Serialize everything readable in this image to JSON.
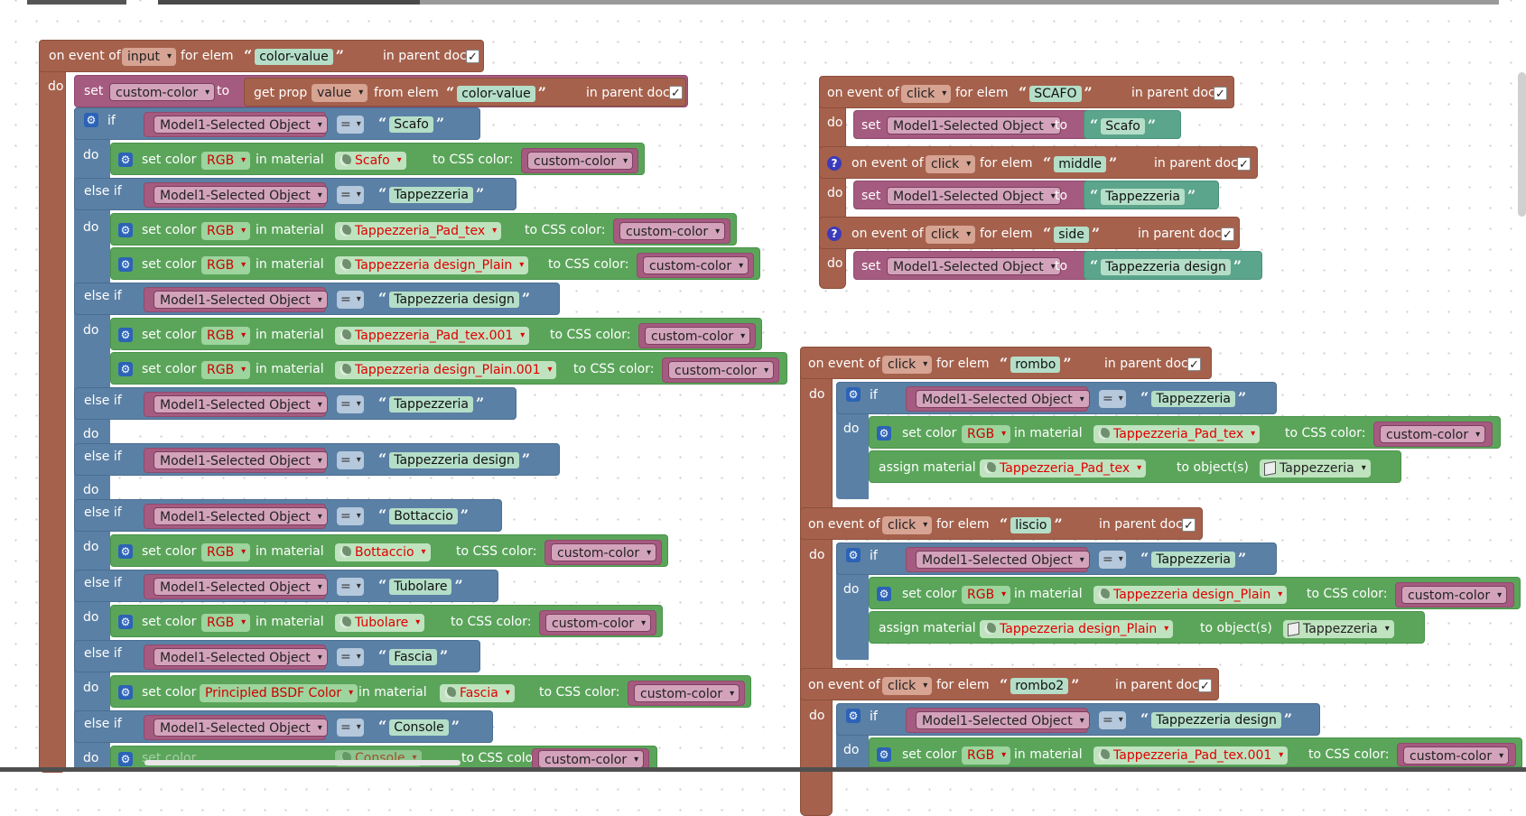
{
  "labels": {
    "on_event_of": "on event of",
    "for_elem": "for elem",
    "in_parent_doc": "in parent doc",
    "do": "do",
    "set": "set",
    "to": "to",
    "get_prop": "get prop",
    "from_elem": "from elem",
    "if": "if",
    "else_if": "else if",
    "set_color": "set color",
    "in_material": "in material",
    "to_css_color": "to CSS color:",
    "assign_material": "assign material",
    "to_objects": "to object(s)",
    "check": "✓",
    "quote_open": "“",
    "quote_close": "”",
    "gear": "⚙",
    "help": "?"
  },
  "dropdowns": {
    "input": "input",
    "click": "click",
    "value": "value",
    "eq": "=",
    "rgb": "RGB",
    "bsdf": "Principled BSDF Color"
  },
  "vars": {
    "custom_color": "custom-color",
    "selected": "Model1-Selected Object"
  },
  "strings": {
    "color_value": "color-value",
    "scafo_upper": "SCAFO",
    "scafo": "Scafo",
    "middle": "middle",
    "side": "side",
    "tapp": "Tappezzeria",
    "tapp_design": "Tappezzeria design",
    "bottaccio": "Bottaccio",
    "tubolare": "Tubolare",
    "fascia": "Fascia",
    "console": "Console",
    "rombo": "rombo",
    "liscio": "liscio",
    "rombo2": "rombo2"
  },
  "materials": {
    "scafo": "Scafo",
    "pad_tex": "Tappezzeria_Pad_tex",
    "design_plain": "Tappezzeria design_Plain",
    "pad_tex_001": "Tappezzeria_Pad_tex.001",
    "design_plain_001": "Tappezzeria design_Plain.001",
    "bottaccio": "Bottaccio",
    "tubolare": "Tubolare",
    "fascia": "Fascia",
    "console": "Console"
  },
  "objects": {
    "tapp": "Tappezzeria"
  }
}
